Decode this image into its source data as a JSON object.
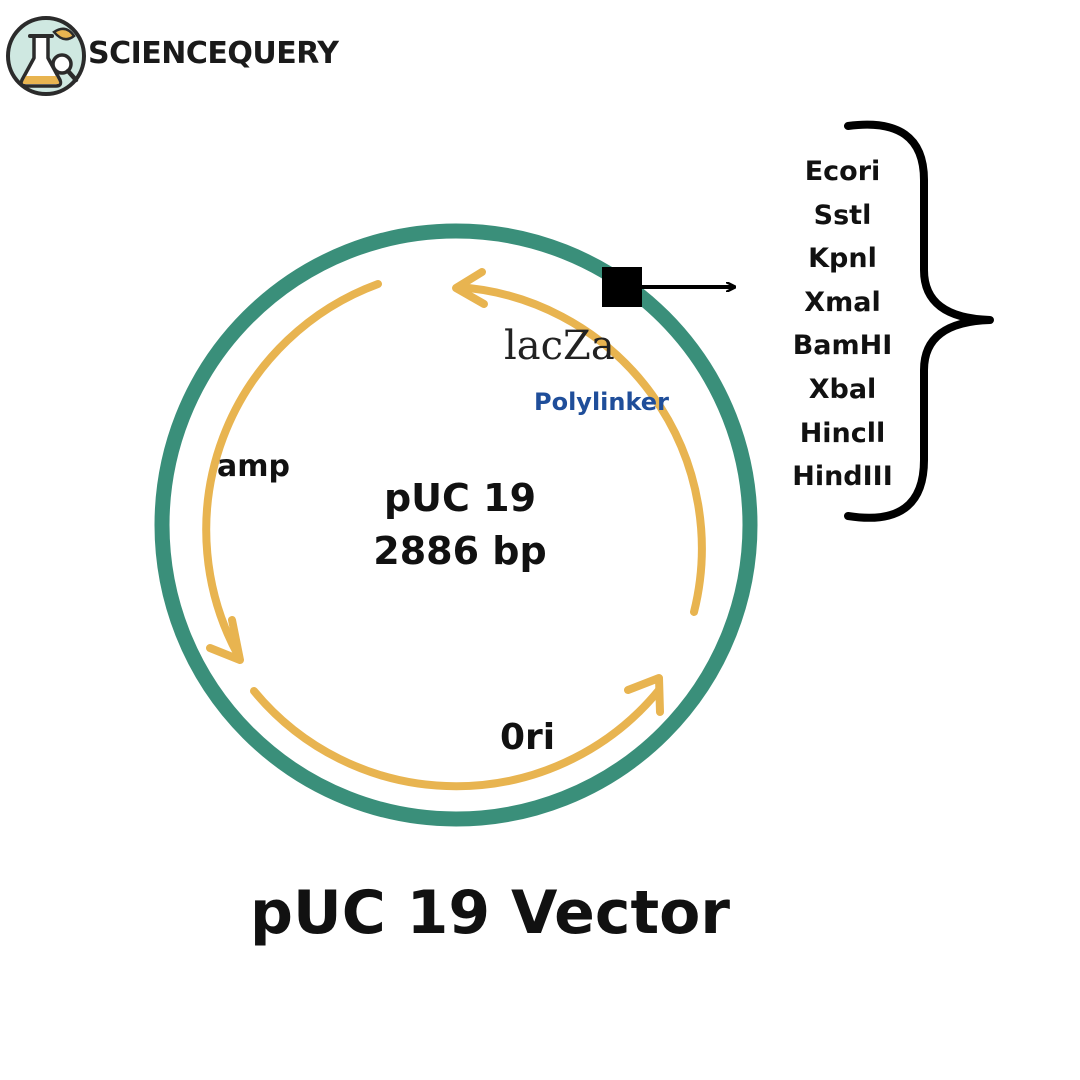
{
  "brand": {
    "name": "SCIENCEQUERY"
  },
  "plasmid": {
    "name": "pUC 19",
    "size": "2886 bp",
    "ring_color": "#3a8f7a",
    "gene_arrow_color": "#e8b450"
  },
  "genes": {
    "amp": "amp",
    "ori": "0ri",
    "lacz": "lacZa",
    "polylinker": "Polylinker",
    "polylinker_color": "#1f4e9a"
  },
  "restriction_sites": [
    "Ecori",
    "Sstl",
    "Kpnl",
    "Xmal",
    "BamHI",
    "Xbal",
    "Hincll",
    "HindIII"
  ],
  "caption": "pUC 19 Vector",
  "icons": [
    "sciencequery-logo-icon",
    "site-marker-icon",
    "pointer-arrow-icon",
    "curly-brace-icon"
  ]
}
